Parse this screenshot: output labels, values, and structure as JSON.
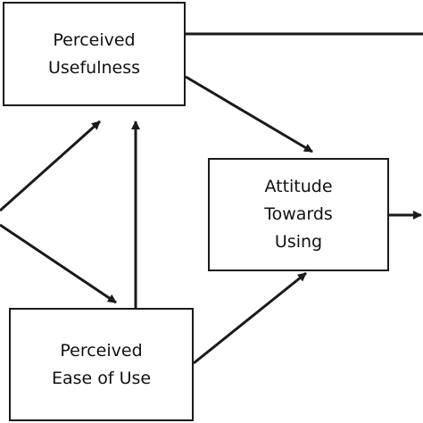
{
  "nodes": {
    "perceived_usefulness": {
      "label": "Perceived\nUsefulness"
    },
    "attitude_towards_using": {
      "label": "Attitude\nTowards\nUsing"
    },
    "perceived_ease_of_use": {
      "label": "Perceived\nEase of Use"
    }
  },
  "edges": [
    {
      "from": "external (off-image left)",
      "to": "perceived_usefulness"
    },
    {
      "from": "external (off-image left)",
      "to": "perceived_ease_of_use"
    },
    {
      "from": "perceived_ease_of_use",
      "to": "perceived_usefulness"
    },
    {
      "from": "perceived_usefulness",
      "to": "attitude_towards_using"
    },
    {
      "from": "perceived_ease_of_use",
      "to": "attitude_towards_using"
    },
    {
      "from": "attitude_towards_using",
      "to": "off-image right"
    },
    {
      "from": "perceived_usefulness",
      "to": "off-image right"
    }
  ],
  "colors": {
    "stroke": "#1a1a1a",
    "background": "#ffffff"
  }
}
